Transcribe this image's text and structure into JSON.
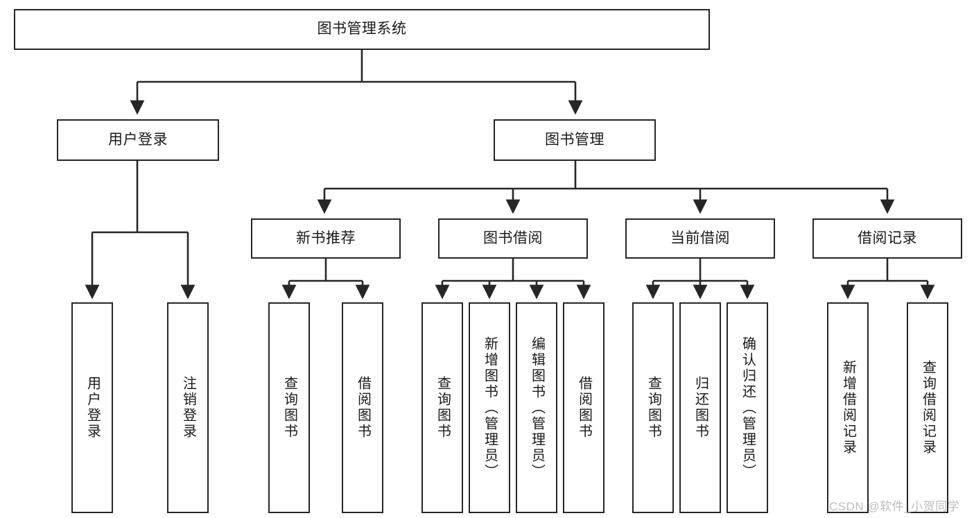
{
  "diagram": {
    "title": "图书管理系统",
    "type": "tree-hierarchy-chart",
    "colors": {
      "box_border": "#262626",
      "box_fill": "#ffffff",
      "connector": "#262626",
      "text": "#1a1a1a",
      "watermark": "#bdbdbd"
    },
    "root": {
      "label": "图书管理系统"
    },
    "level2": [
      {
        "label": "用户登录"
      },
      {
        "label": "图书管理"
      }
    ],
    "level3": [
      {
        "label": "新书推荐"
      },
      {
        "label": "图书借阅"
      },
      {
        "label": "当前借阅"
      },
      {
        "label": "借阅记录"
      }
    ],
    "leaves": {
      "user_login_children": [
        {
          "label": "用户登录"
        },
        {
          "label": "注销登录"
        }
      ],
      "new_book_children": [
        {
          "label": "查询图书"
        },
        {
          "label": "借阅图书"
        }
      ],
      "book_borrow_children": [
        {
          "label": "查询图书"
        },
        {
          "label": "新增图书（管理员）"
        },
        {
          "label": "编辑图书（管理员）"
        },
        {
          "label": "借阅图书"
        }
      ],
      "current_borrow_children": [
        {
          "label": "查询图书"
        },
        {
          "label": "归还图书"
        },
        {
          "label": "确认归还（管理员）"
        }
      ],
      "borrow_record_children": [
        {
          "label": "新增借阅记录"
        },
        {
          "label": "查询借阅记录"
        }
      ]
    }
  },
  "watermark": {
    "text": "CSDN @软件_小贺同学"
  }
}
